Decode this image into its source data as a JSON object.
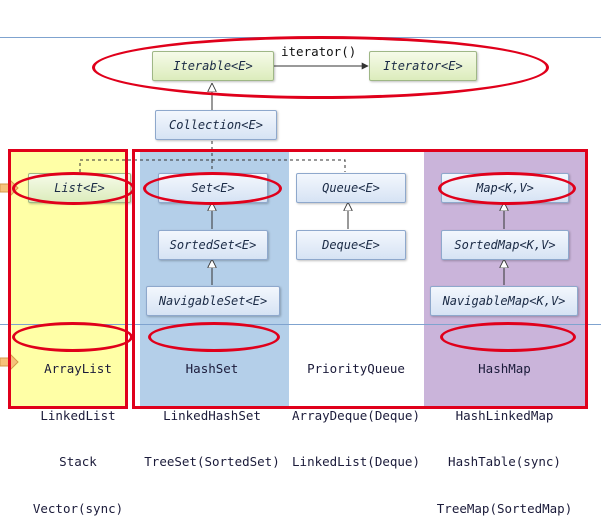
{
  "top": {
    "iterable": "Iterable<E>",
    "iterator_label": "iterator()",
    "iterator": "Iterator<E>",
    "collection": "Collection<E>"
  },
  "list": {
    "interface": "List<E>",
    "impls": [
      "ArrayList",
      "LinkedList",
      "Stack",
      "Vector(sync)"
    ]
  },
  "set": {
    "interface": "Set<E>",
    "sorted": "SortedSet<E>",
    "navigable": "NavigableSet<E>",
    "impls": [
      "HashSet",
      "LinkedHashSet",
      "TreeSet(SortedSet)"
    ]
  },
  "queue": {
    "interface": "Queue<E>",
    "deque": "Deque<E>",
    "impls": [
      "PriorityQueue",
      "ArrayDeque(Deque)",
      "LinkedList(Deque)"
    ]
  },
  "map": {
    "interface": "Map<K,V>",
    "sorted": "SortedMap<K,V>",
    "navigable": "NavigableMap<K,V>",
    "impls": [
      "HashMap",
      "HashLinkedMap",
      "HashTable(sync)",
      "TreeMap(SortedMap)"
    ]
  },
  "colors": {
    "list_bg": "#ffffa6",
    "set_bg": "#b4cfe9",
    "map_bg": "#cab4da",
    "highlight": "#e0001b",
    "interface_box": "#d6e3f4",
    "root_box": "#dcecbc"
  }
}
